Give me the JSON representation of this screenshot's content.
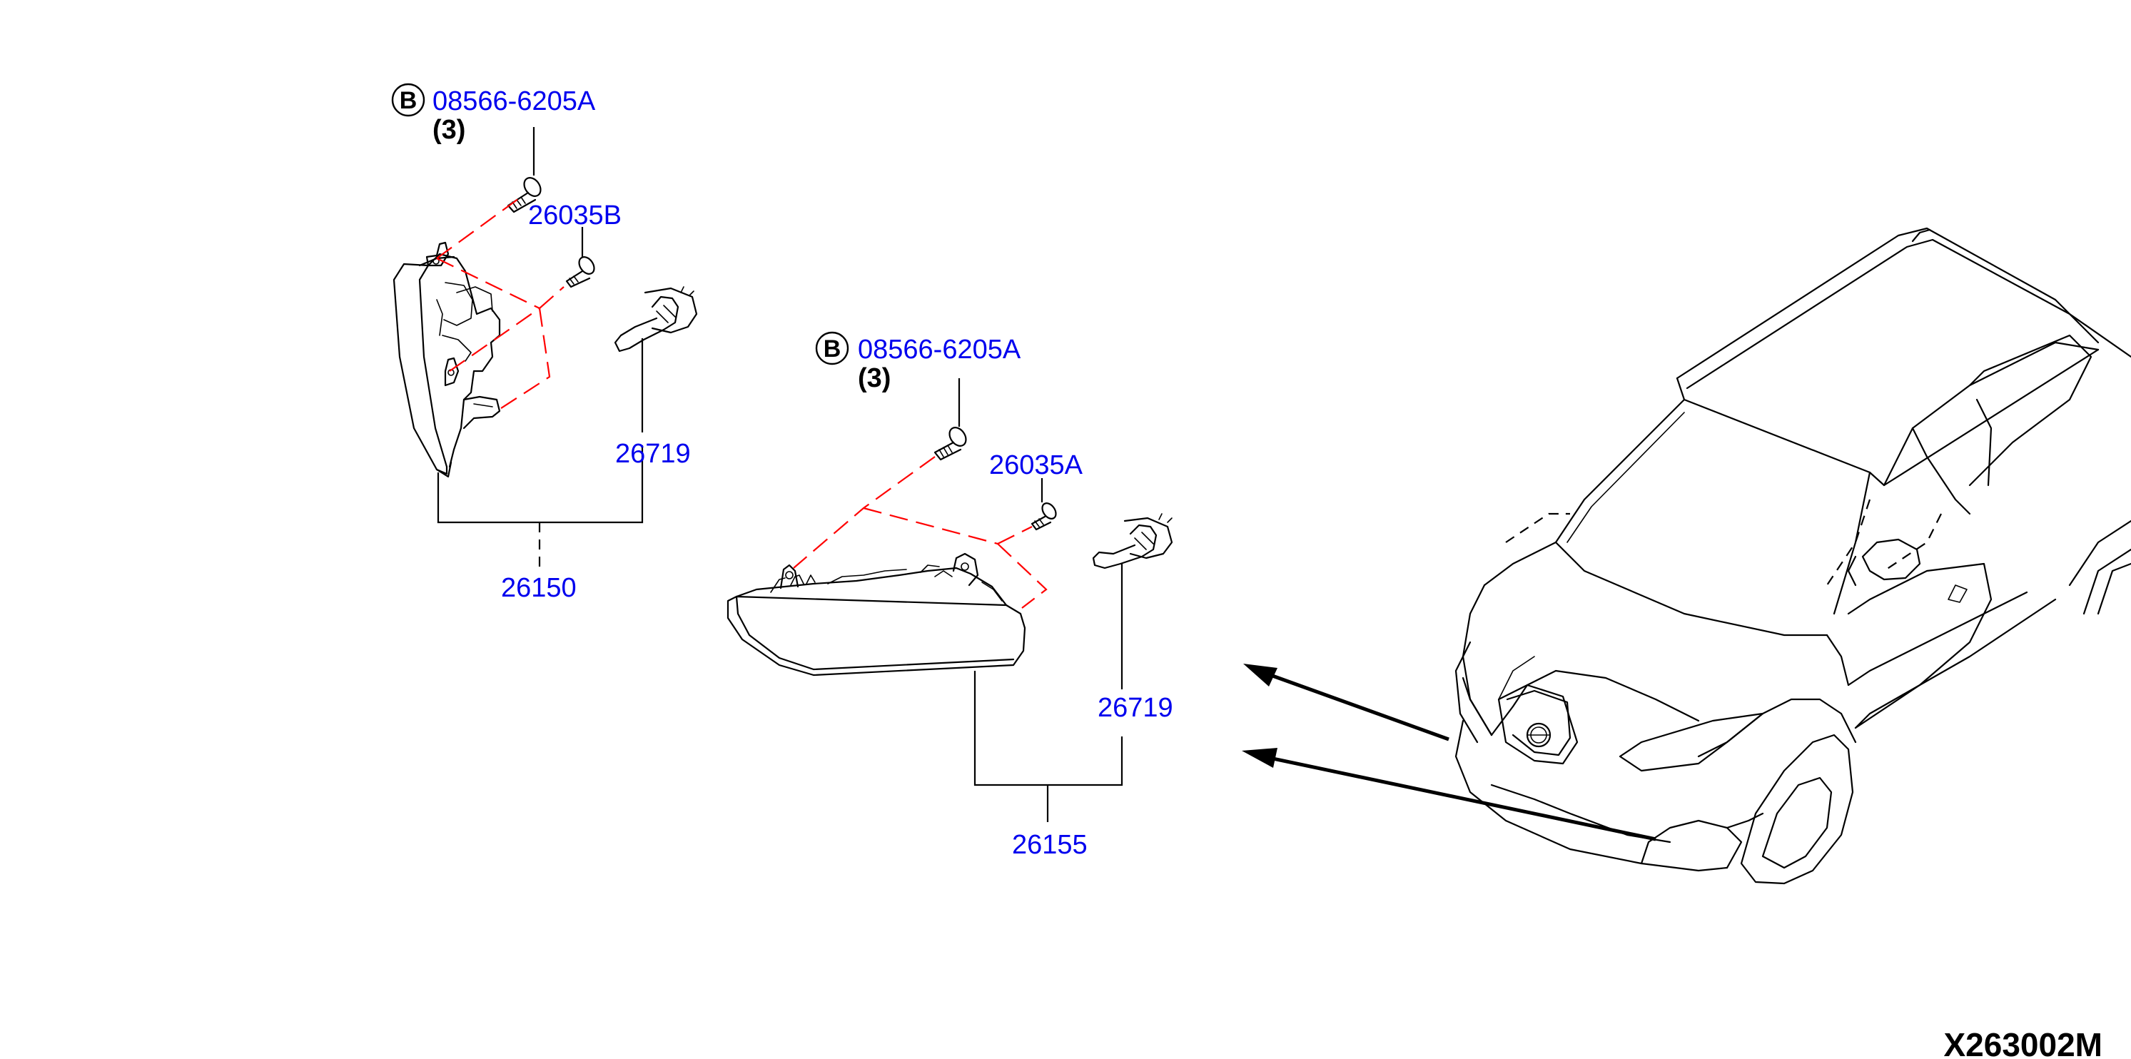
{
  "callouts": {
    "upper_bolt_badge": "B",
    "upper_bolt_part": "08566-6205A",
    "upper_bolt_qty": "(3)",
    "upper_screw_part": "26035B",
    "upper_bulb_part": "26719",
    "upper_assembly_part": "26150",
    "lower_bolt_badge": "B",
    "lower_bolt_part": "08566-6205A",
    "lower_bolt_qty": "(3)",
    "lower_screw_part": "26035A",
    "lower_bulb_part": "26719",
    "lower_assembly_part": "26155"
  },
  "diagram_code": "X263002M",
  "colors": {
    "part_number": "#0000ee",
    "dashed_guide": "#ff0000",
    "line_art": "#000000"
  }
}
